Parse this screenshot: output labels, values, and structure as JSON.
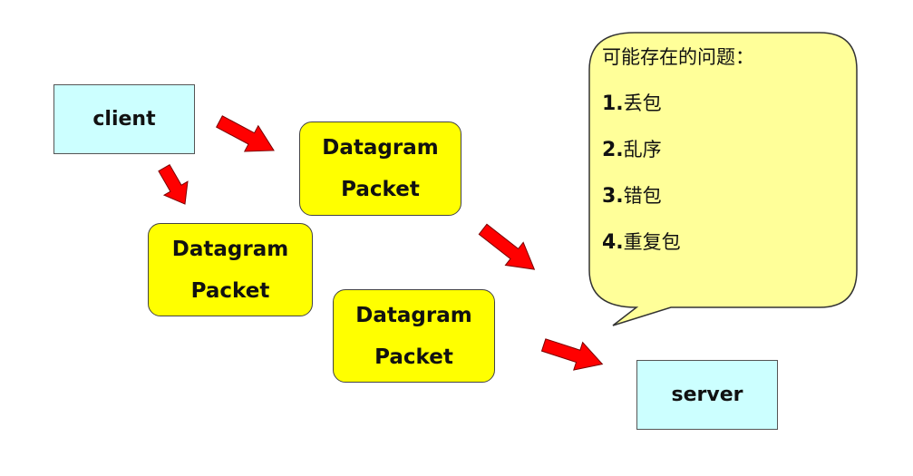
{
  "nodes": {
    "client": "client",
    "server": "server",
    "packets": [
      {
        "line1": "Datagram",
        "line2": "Packet"
      },
      {
        "line1": "Datagram",
        "line2": "Packet"
      },
      {
        "line1": "Datagram",
        "line2": "Packet"
      }
    ]
  },
  "callout": {
    "title": "可能存在的问题：",
    "items": [
      {
        "num": "1.",
        "text": "丢包"
      },
      {
        "num": "2.",
        "text": "乱序"
      },
      {
        "num": "3.",
        "text": "错包"
      },
      {
        "num": "4.",
        "text": "重复包"
      }
    ]
  },
  "colors": {
    "node_fill": "#ccffff",
    "packet_fill": "#ffff00",
    "callout_fill": "#ffff99",
    "arrow_fill": "#ff0000"
  }
}
